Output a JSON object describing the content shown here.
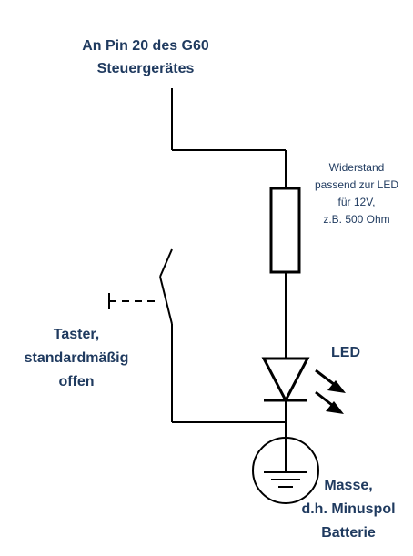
{
  "labels": {
    "pin_line1": "An Pin 20 des G60",
    "pin_line2": "Steuergerätes",
    "resistor_line1": "Widerstand",
    "resistor_line2": "passend zur LED",
    "resistor_line3": "für 12V,",
    "resistor_line4": "z.B. 500 Ohm",
    "led": "LED",
    "switch_line1": "Taster,",
    "switch_line2": "standardmäßig",
    "switch_line3": "offen",
    "ground_line1": "Masse,",
    "ground_line2": "d.h. Minuspol",
    "ground_line3": "Batterie"
  },
  "colors": {
    "label_text": "#1f3a5f",
    "wire": "#000000"
  }
}
